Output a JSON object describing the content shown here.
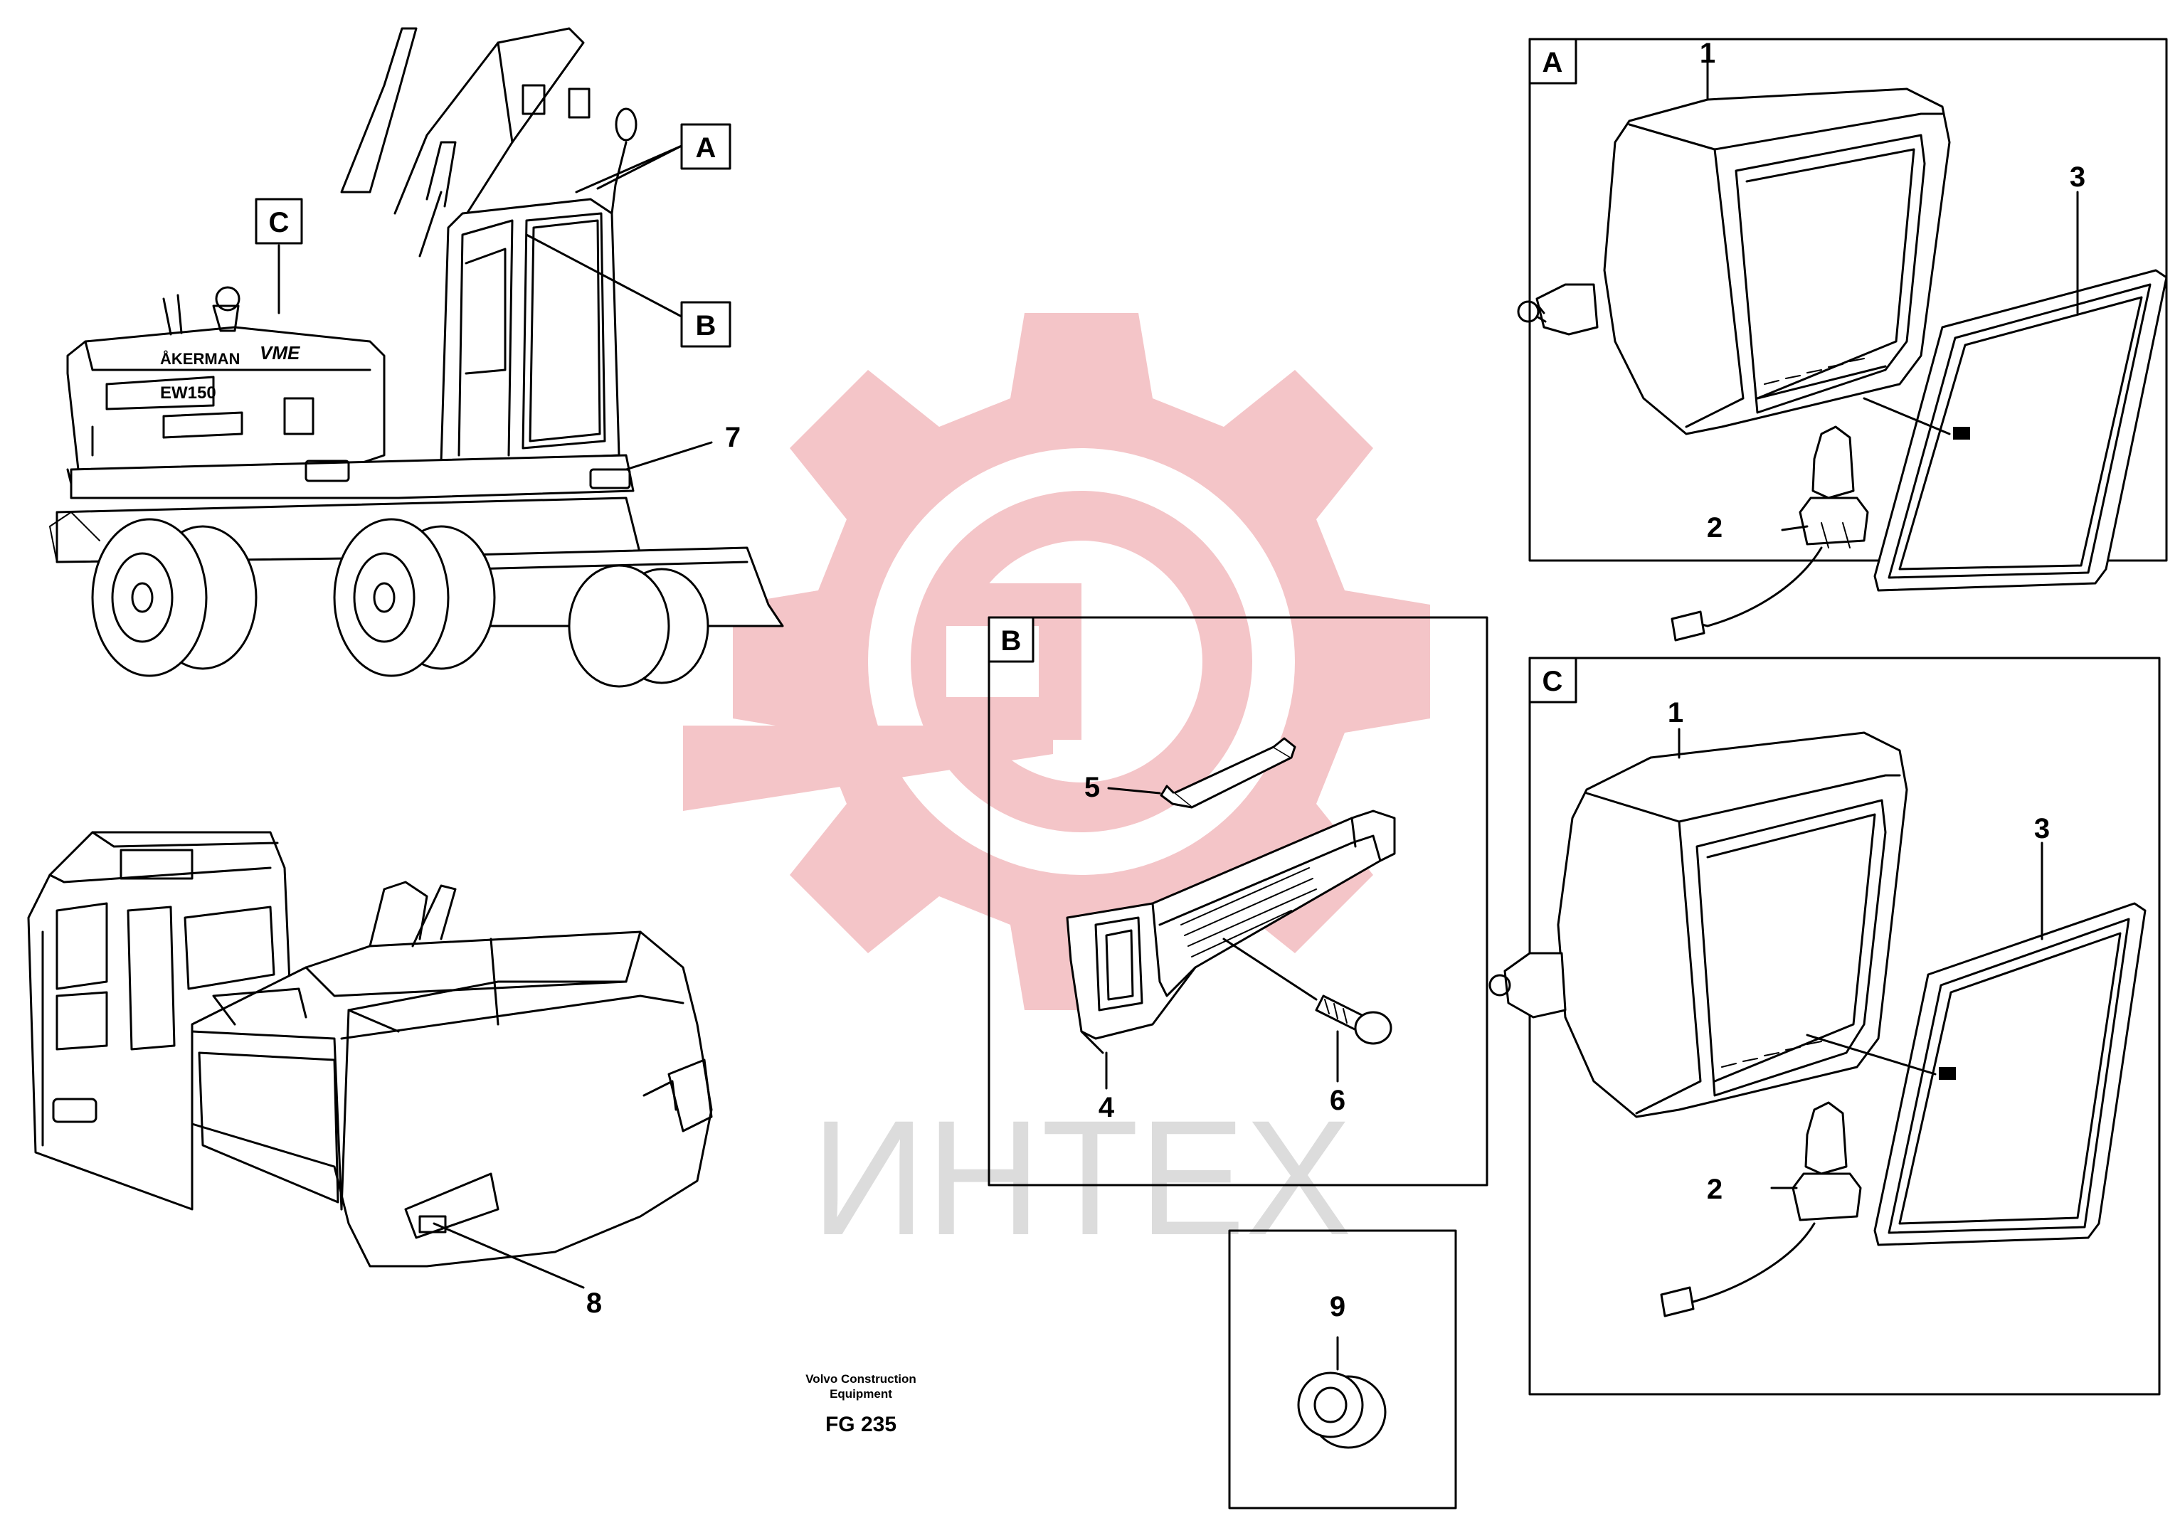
{
  "watermark": {
    "text": "ИНТЕХ",
    "gear_color": "#f4c5c8",
    "text_color": "#dcdcdc"
  },
  "ink_color": "#000000",
  "detail_boxes": {
    "A": "A",
    "B": "B",
    "C": "C"
  },
  "pointer_labels": {
    "A": "A",
    "B": "B",
    "C": "C"
  },
  "machine_markings": {
    "brand": "ÅKERMAN",
    "model": "EW150",
    "logo": "VME"
  },
  "callouts": {
    "a_1": "1",
    "a_2": "2",
    "a_3": "3",
    "b_4": "4",
    "b_5": "5",
    "b_6": "6",
    "c_1": "1",
    "c_2": "2",
    "c_3": "3",
    "n_7": "7",
    "n_8": "8",
    "n_9": "9"
  },
  "footer": {
    "company_line1": "Volvo Construction",
    "company_line2": "Equipment",
    "code": "FG 235"
  }
}
